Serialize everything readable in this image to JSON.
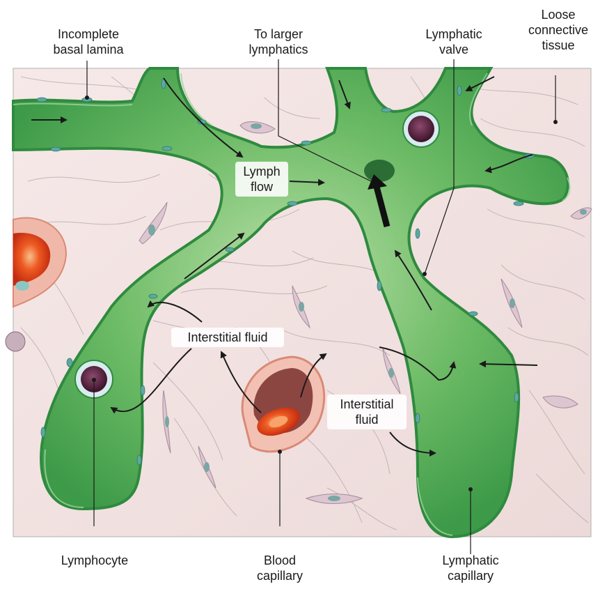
{
  "labels": {
    "incomplete_basal_lamina": "Incomplete\nbasal lamina",
    "to_larger_lymphatics": "To larger\nlymphatics",
    "lymphatic_valve": "Lymphatic\nvalve",
    "loose_connective_tissue": "Loose\nconnective\ntissue",
    "lymph_flow": "Lymph\nflow",
    "interstitial_fluid_left": "Interstitial fluid",
    "interstitial_fluid_right": "Interstitial\nfluid",
    "lymphocyte": "Lymphocyte",
    "blood_capillary": "Blood\ncapillary",
    "lymphatic_capillary": "Lymphatic\ncapillary"
  },
  "colors": {
    "tissue": "#f1e2e2",
    "lymphatic_vessel": "#5fb25f",
    "lymphatic_wall": "#2f8a3f",
    "endothelial_nucleus": "#5fa8a0",
    "blood_capillary_wall": "#e39a86",
    "red_blood_cell": "#e8411c",
    "lymphocyte_nucleus": "#5a2440"
  }
}
